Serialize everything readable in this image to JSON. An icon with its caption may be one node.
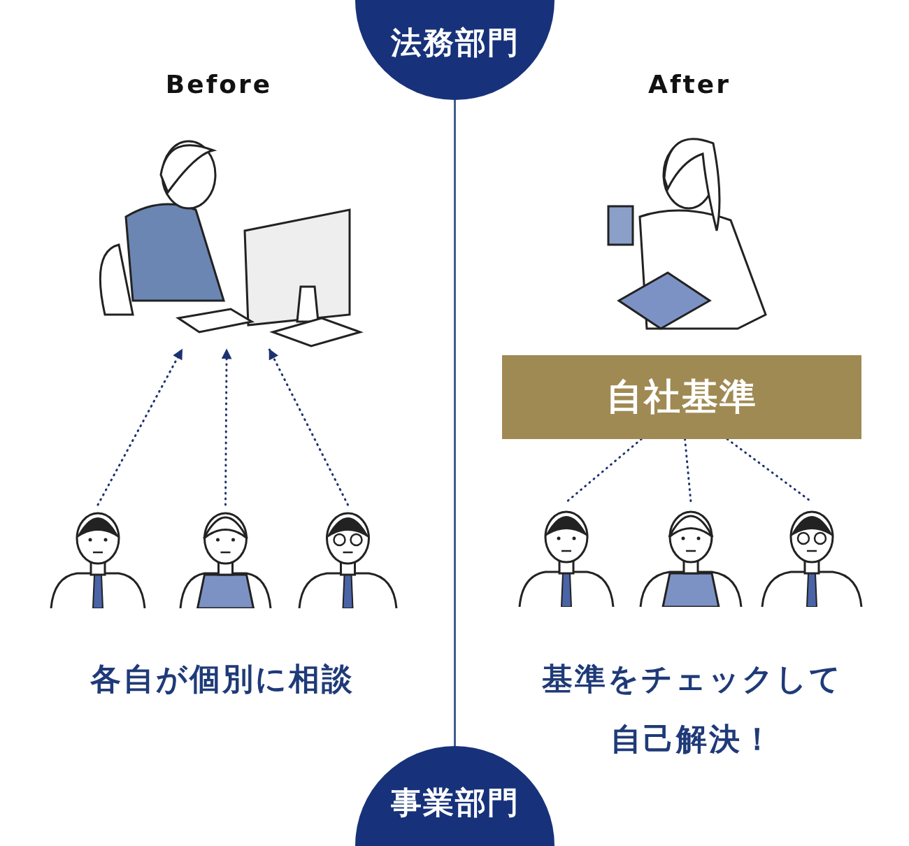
{
  "diagram": {
    "nodes": [
      {
        "text": [
          "法務部門"
        ]
      },
      {
        "text": [
          "事業部門"
        ]
      },
      {
        "text": [],
        "shape": "picture"
      },
      {
        "text": [],
        "shape": "person"
      },
      {
        "text": [],
        "shape": "person"
      },
      {
        "text": [],
        "shape": "person"
      },
      {
        "text": [],
        "shape": "picture"
      },
      {
        "text": [
          "自社基準"
        ]
      },
      {
        "text": [],
        "shape": "person"
      },
      {
        "text": [],
        "shape": "person"
      },
      {
        "text": [],
        "shape": "person"
      }
    ],
    "edges": [
      {
        "from": 0,
        "to": 1,
        "arrow": "none",
        "color": "#3f5f8f"
      },
      {
        "from": 3,
        "to": 2,
        "arrow": "to",
        "style": "dashed"
      },
      {
        "from": 4,
        "to": 2,
        "arrow": "to",
        "style": "dashed"
      },
      {
        "from": 5,
        "to": 2,
        "arrow": "to",
        "style": "dashed"
      },
      {
        "from": 7,
        "to": 8,
        "arrow": "none",
        "style": "dashed"
      },
      {
        "from": 7,
        "to": 9,
        "arrow": "none",
        "style": "dashed"
      },
      {
        "from": 7,
        "to": 10,
        "arrow": "none",
        "style": "dashed"
      }
    ],
    "labels": [
      "Before",
      "After",
      "各自が個別に相談",
      "基準をチェックして自己解決！"
    ]
  }
}
